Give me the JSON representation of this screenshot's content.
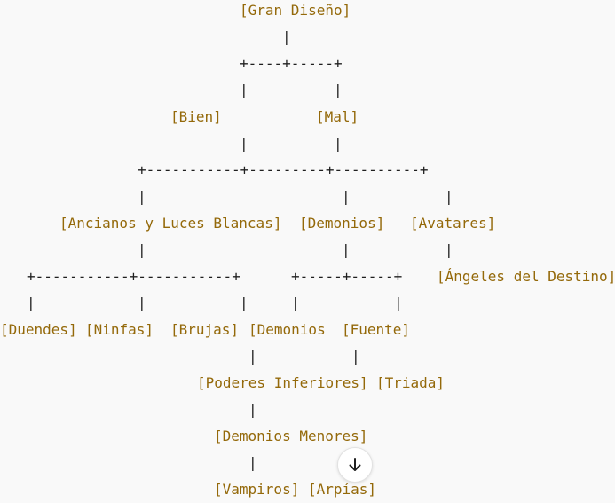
{
  "theme": {
    "background": "#f9f9f9",
    "node_color": "#94690a",
    "connector_color": "#1f1f1f"
  },
  "tree_lines": [
    [
      {
        "t": "[Gran Diseño]",
        "node": true
      }
    ],
    [
      {
        "t": "|",
        "node": false
      }
    ],
    [
      {
        "t": "+----+-----+",
        "node": false
      }
    ],
    [
      {
        "t": "|",
        "node": false
      },
      {
        "t": "|",
        "node": false
      }
    ],
    [
      {
        "t": "[Bien]",
        "node": true
      },
      {
        "t": "[Mal]",
        "node": true
      }
    ],
    [
      {
        "t": "|",
        "node": false
      },
      {
        "t": "|",
        "node": false
      }
    ],
    [
      {
        "t": "+-----------+---------+----------+",
        "node": false
      }
    ],
    [
      {
        "t": "|",
        "node": false
      },
      {
        "t": "|",
        "node": false
      },
      {
        "t": "|",
        "node": false
      }
    ],
    [
      {
        "t": "[Ancianos y Luces Blancas]",
        "node": true
      },
      {
        "t": "[Demonios]",
        "node": true
      },
      {
        "t": "[Avatares]",
        "node": true
      }
    ],
    [
      {
        "t": "|",
        "node": false
      },
      {
        "t": "|",
        "node": false
      },
      {
        "t": "|",
        "node": false
      }
    ],
    [
      {
        "t": "+-----------+-----------+",
        "node": false
      },
      {
        "t": "+-----+-----+",
        "node": false
      },
      {
        "t": "[Ángeles del Destino]",
        "node": true
      }
    ],
    [
      {
        "t": "|",
        "node": false
      },
      {
        "t": "|",
        "node": false
      },
      {
        "t": "|",
        "node": false
      },
      {
        "t": "|",
        "node": false
      },
      {
        "t": "|",
        "node": false
      }
    ],
    [
      {
        "t": "[Duendes]",
        "node": true
      },
      {
        "t": "[Ninfas]",
        "node": true
      },
      {
        "t": "[Brujas]",
        "node": true
      },
      {
        "t": "[Demonios",
        "node": true
      },
      {
        "t": "[Fuente]",
        "node": true
      }
    ],
    [
      {
        "t": "|",
        "node": false
      },
      {
        "t": "|",
        "node": false
      }
    ],
    [
      {
        "t": "[Poderes Inferiores]",
        "node": true
      },
      {
        "t": "[Triada]",
        "node": true
      }
    ],
    [
      {
        "t": "|",
        "node": false
      }
    ],
    [
      {
        "t": "[Demonios Menores]",
        "node": true
      }
    ],
    [
      {
        "t": "|",
        "node": false
      }
    ],
    [
      {
        "t": "[Vampiros]",
        "node": true
      },
      {
        "t": "[Arpías]",
        "node": true
      }
    ]
  ],
  "scroll_button": {
    "icon": "arrow-down-icon"
  }
}
